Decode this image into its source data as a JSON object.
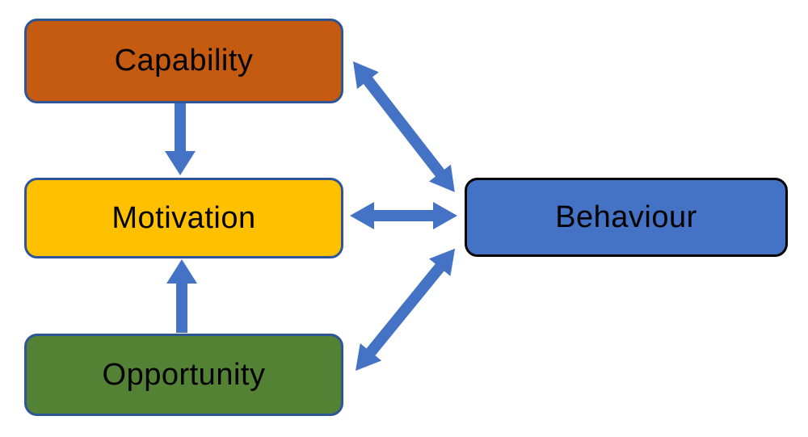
{
  "diagram": {
    "background_color": "#ffffff",
    "arrow_color": "#4472C4",
    "node_border_blue": "#2E5597",
    "nodes": [
      {
        "id": "capability",
        "label": "Capability",
        "fill": "#C55A11",
        "border_color": "#2E5597",
        "text_color": "#000000"
      },
      {
        "id": "motivation",
        "label": "Motivation",
        "fill": "#FFC000",
        "border_color": "#2E5597",
        "text_color": "#000000"
      },
      {
        "id": "opportunity",
        "label": "Opportunity",
        "fill": "#548235",
        "border_color": "#2E5597",
        "text_color": "#000000"
      },
      {
        "id": "behaviour",
        "label": "Behaviour",
        "fill": "#4472C4",
        "border_color": "#000000",
        "text_color": "#000000"
      }
    ],
    "edges": [
      {
        "from": "capability",
        "to": "motivation",
        "direction": "one-way"
      },
      {
        "from": "opportunity",
        "to": "motivation",
        "direction": "one-way"
      },
      {
        "from": "capability",
        "to": "behaviour",
        "direction": "two-way"
      },
      {
        "from": "motivation",
        "to": "behaviour",
        "direction": "two-way"
      },
      {
        "from": "opportunity",
        "to": "behaviour",
        "direction": "two-way"
      }
    ]
  }
}
